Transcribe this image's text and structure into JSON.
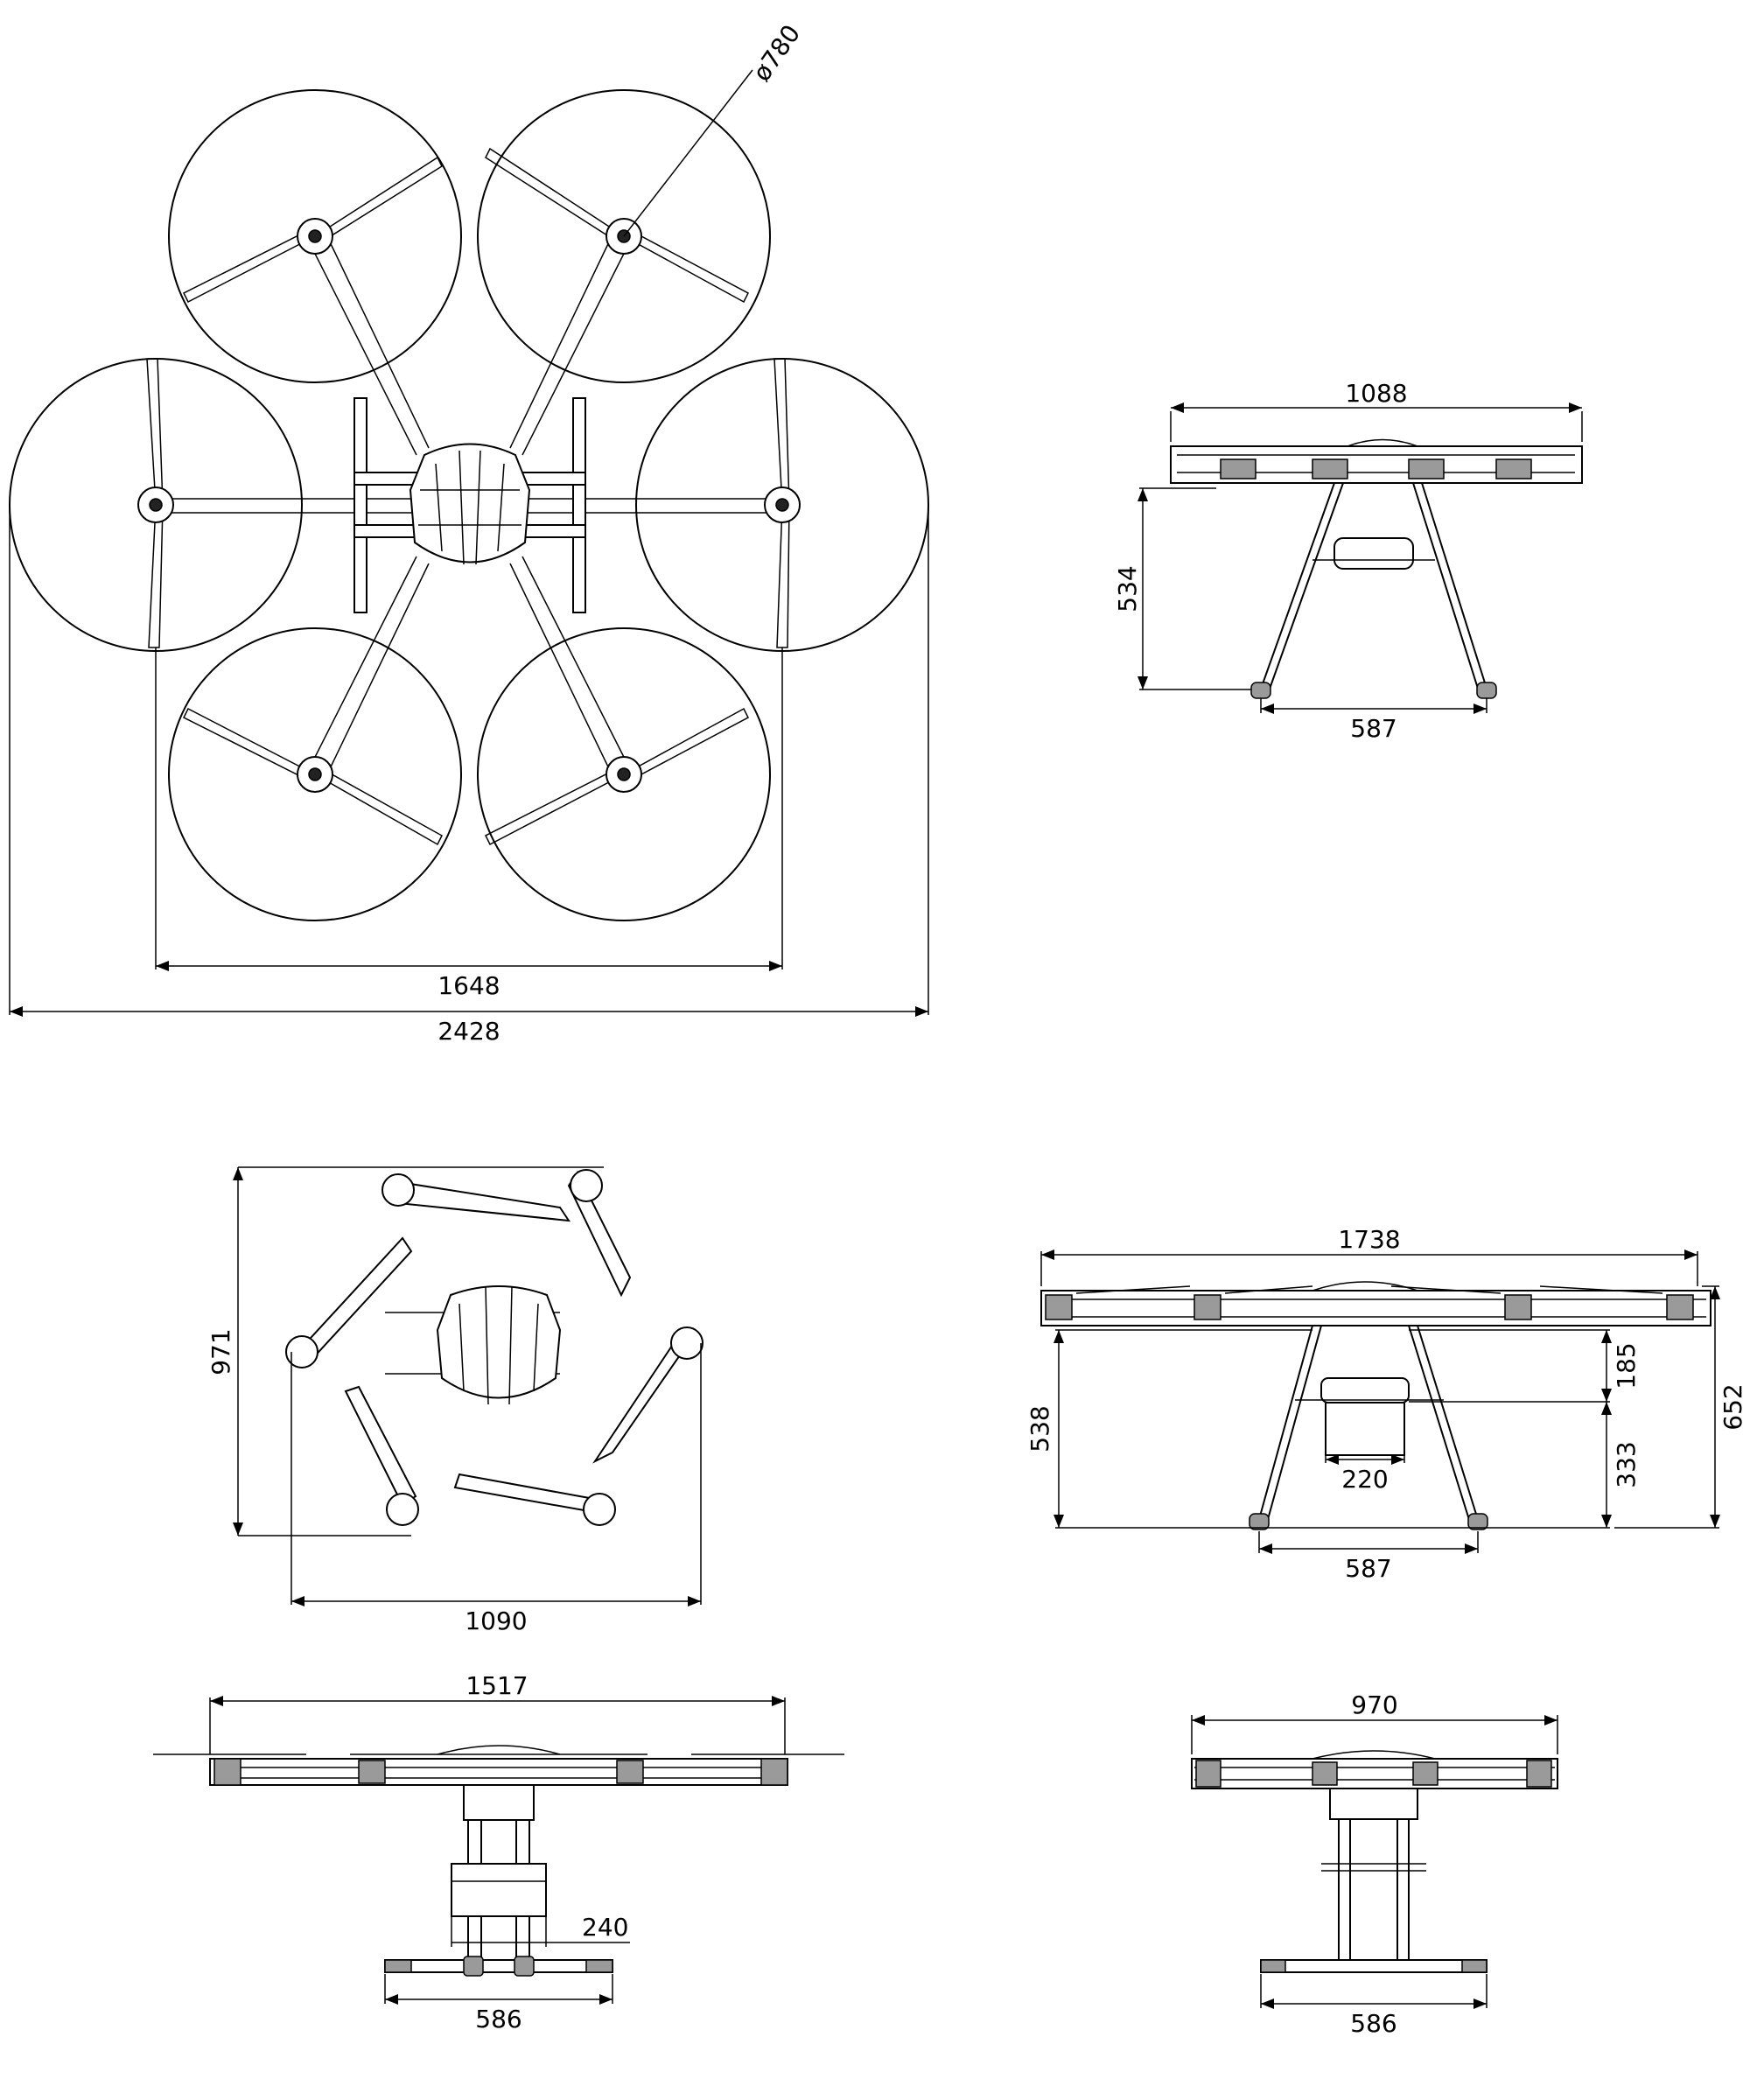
{
  "drawing": {
    "prop_diameter_label": "ø780",
    "top_view": {
      "width_inner": "1648",
      "width_overall": "2428"
    },
    "side_view_a": {
      "width": "1088",
      "height": "534",
      "gear_width": "587"
    },
    "folded_view": {
      "height": "971",
      "width": "1090"
    },
    "side_view_b": {
      "width": "1738",
      "height_left": "538",
      "dim_small_a": "185",
      "dim_small_b": "333",
      "height_right": "652",
      "tank_width": "220",
      "gear_width": "587"
    },
    "front_view_a": {
      "width": "1517",
      "mount_height": "240",
      "gear_width": "586"
    },
    "front_view_b": {
      "width": "970",
      "gear_width": "586"
    }
  }
}
